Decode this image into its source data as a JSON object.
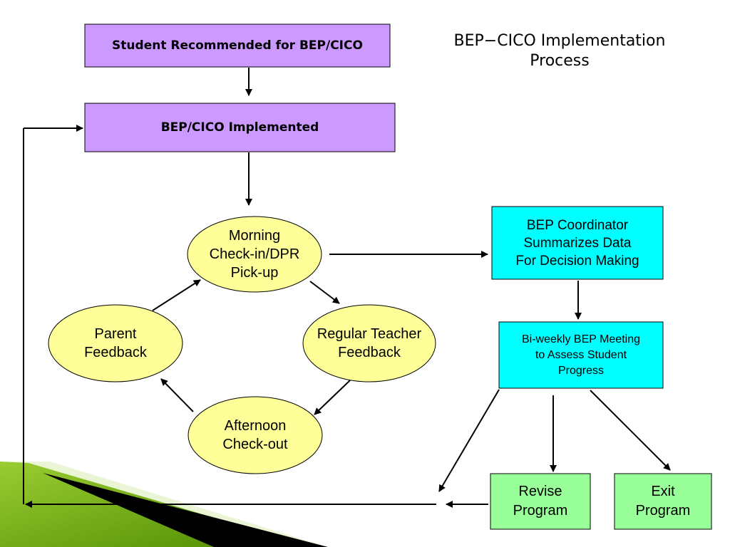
{
  "title": "BEP−CICO Implementation\nProcess",
  "colors": {
    "purple": "#CC99FF",
    "yellow": "#FFFF99",
    "cyan": "#00FFFF",
    "green": "#99FF99",
    "line": "#000000"
  },
  "nodes": {
    "recommended": "Student Recommended for BEP/CICO",
    "implemented": "BEP/CICO Implemented",
    "morning": "Morning\nCheck-in/DPR\nPick-up",
    "teacher": "Regular Teacher\nFeedback",
    "afternoon": "Afternoon\nCheck-out",
    "parent": "Parent\nFeedback",
    "coordinator": "BEP Coordinator\nSummarizes Data\nFor Decision Making",
    "meeting": "Bi-weekly  BEP Meeting\nto Assess Student\nProgress",
    "revise": "Revise\nProgram",
    "exit": "Exit\nProgram"
  }
}
